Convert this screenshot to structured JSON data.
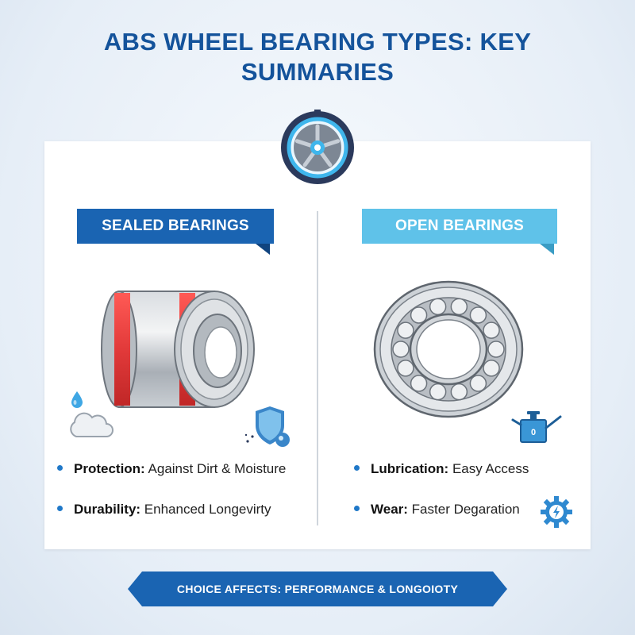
{
  "title": "ABS WHEEL BEARING TYPES: KEY SUMMARIES",
  "sections": [
    {
      "heading": "SEALED BEARINGS",
      "points": [
        {
          "label": "Protection:",
          "text": "Against Dirt & Moisture"
        },
        {
          "label": "Durability:",
          "text": "Enhanced Longevirty"
        }
      ]
    },
    {
      "heading": "OPEN BEARINGS",
      "points": [
        {
          "label": "Lubrication:",
          "text": "Easy Access"
        },
        {
          "label": "Wear:",
          "text": "Faster Degaration"
        }
      ]
    }
  ],
  "oil_can_label": "0",
  "footer": "CHOICE AFFECTS: PERFORMANCE & LONGOIOTY",
  "colors": {
    "title": "#14539b",
    "sealed_banner": "#1a64b2",
    "open_banner": "#5fc2e9",
    "seal_red": "#e23a3a",
    "bullet_dot": "#1f78c8"
  },
  "icons": [
    "wheel-icon",
    "water-drop-icon",
    "cloud-icon",
    "shield-icon",
    "oil-can-icon",
    "gear-wear-icon"
  ]
}
